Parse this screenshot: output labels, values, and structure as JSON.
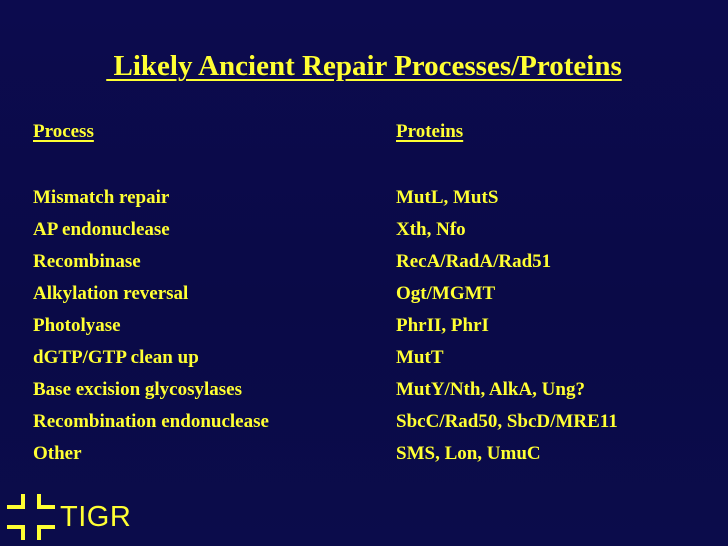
{
  "slide": {
    "title": " Likely Ancient Repair Processes/Proteins"
  },
  "table": {
    "process_header": "Process",
    "proteins_header": "Proteins",
    "rows": [
      {
        "process": "Mismatch repair",
        "proteins": "MutL, MutS"
      },
      {
        "process": "AP endonuclease",
        "proteins": "Xth, Nfo"
      },
      {
        "process": "Recombinase",
        "proteins": "RecA/RadA/Rad51"
      },
      {
        "process": "Alkylation reversal",
        "proteins": "Ogt/MGMT"
      },
      {
        "process": "Photolyase",
        "proteins": "PhrII, PhrI"
      },
      {
        "process": "dGTP/GTP clean up",
        "proteins": "MutT"
      },
      {
        "process": "Base excision glycosylases",
        "proteins": "MutY/Nth, AlkA, Ung?"
      },
      {
        "process": "Recombination endonuclease",
        "proteins": "SbcC/Rad50, SbcD/MRE11"
      },
      {
        "process": "Other",
        "proteins": "SMS, Lon, UmuC"
      }
    ]
  },
  "logo": {
    "text": "TIGR",
    "icon": "tigr-logo-icon"
  },
  "colors": {
    "background": "#0a0a47",
    "text": "#ffff33"
  }
}
